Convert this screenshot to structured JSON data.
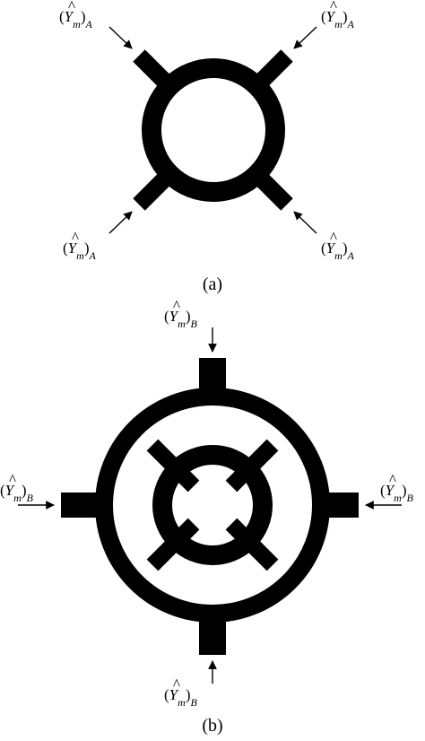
{
  "figure_a": {
    "caption": "(a)",
    "port_labels": {
      "top_left": {
        "open": "(",
        "symbol": "Y",
        "hat": "^",
        "sub_m": "m",
        "close": ")",
        "sub": "A"
      },
      "top_right": {
        "open": "(",
        "symbol": "Y",
        "hat": "^",
        "sub_m": "m",
        "close": ")",
        "sub": "A"
      },
      "bottom_left": {
        "open": "(",
        "symbol": "Y",
        "hat": "^",
        "sub_m": "m",
        "close": ")",
        "sub": "A"
      },
      "bottom_right": {
        "open": "(",
        "symbol": "Y",
        "hat": "^",
        "sub_m": "m",
        "close": ")",
        "sub": "A"
      }
    }
  },
  "figure_b": {
    "caption": "(b)",
    "port_labels": {
      "top": {
        "open": "(",
        "symbol": "Y",
        "hat": "^",
        "sub_m": "m",
        "close": ")",
        "sub": "B"
      },
      "left": {
        "open": "(",
        "symbol": "Y",
        "hat": "^",
        "sub_m": "m",
        "close": ")",
        "sub": "B"
      },
      "right": {
        "open": "(",
        "symbol": "Y",
        "hat": "^",
        "sub_m": "m",
        "close": ")",
        "sub": "B"
      },
      "bottom": {
        "open": "(",
        "symbol": "Y",
        "hat": "^",
        "sub_m": "m",
        "close": ")",
        "sub": "B"
      }
    }
  },
  "colors": {
    "ink": "#000000",
    "background": "#ffffff"
  }
}
